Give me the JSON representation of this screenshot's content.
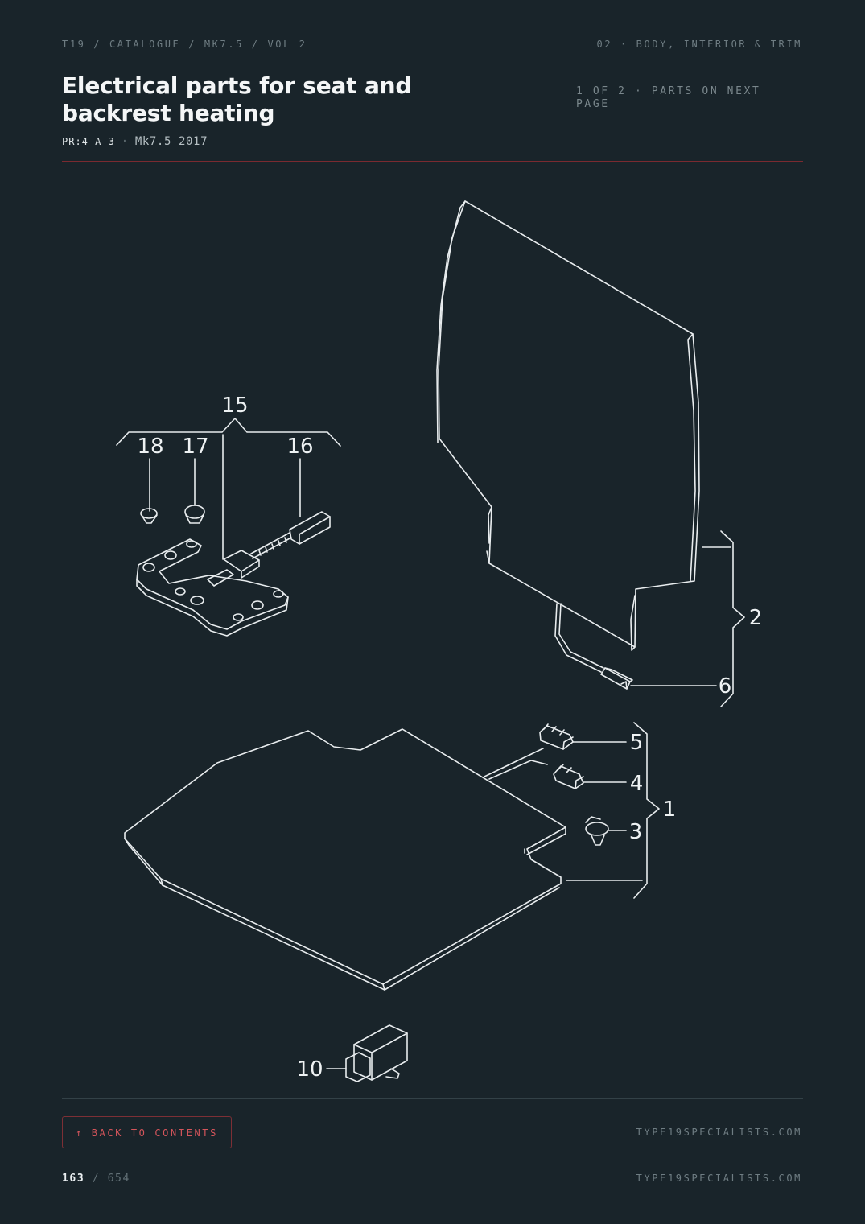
{
  "header": {
    "breadcrumb": "T19 / CATALOGUE / MK7.5 / VOL 2",
    "section": "02 · BODY, INTERIOR & TRIM",
    "title": "Electrical parts for seat and backrest heating",
    "page_note": "1 OF 2 · PARTS ON NEXT PAGE",
    "pr_code": "PR:4 A 3",
    "separator": "·",
    "model": "Mk7.5 2017"
  },
  "diagram": {
    "callouts": {
      "c15": "15",
      "c18": "18",
      "c17": "17",
      "c16": "16",
      "c2": "2",
      "c6": "6",
      "c5": "5",
      "c4": "4",
      "c3": "3",
      "c1": "1",
      "c10": "10"
    }
  },
  "footer": {
    "back_label": "↑ BACK TO CONTENTS",
    "site_link": "TYPE19SPECIALISTS.COM",
    "site_text": "TYPE19SPECIALISTS.COM",
    "page_current": "163",
    "page_separator": "/",
    "page_total": "654"
  }
}
